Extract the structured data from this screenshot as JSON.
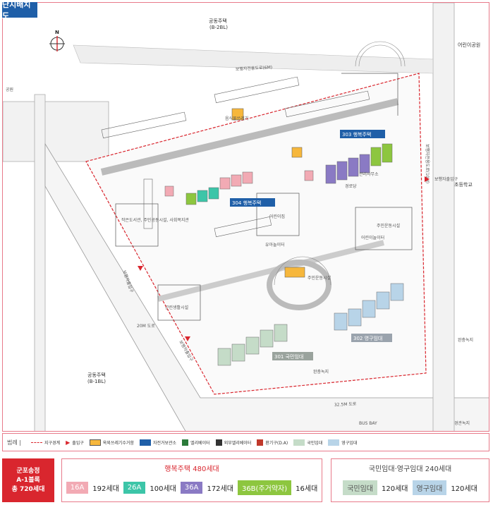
{
  "title": "단지배치도",
  "compass": "N",
  "map_labels": {
    "top_housing": "공동주택",
    "top_housing_block": "(B-2BL)",
    "bottom_housing": "공동주택",
    "bottom_housing_block": "(B-1BL)",
    "kindergarten_park": "어린이공원",
    "elementary": "초등학교",
    "park_left": "공원",
    "walk_road_top": "보행자전용도로(6M)",
    "walk_road_right": "보행자전용도로(10M)",
    "road_20m": "20M 도로",
    "road_32m": "32.5M 도로",
    "bus_bay": "BUS BAY",
    "green_slope": "완충녹지",
    "green_right": "완충녹지",
    "landscape_green": "경관녹지",
    "walk_entrance_right": "보행자출입구",
    "walk_entrance_left": "보행자출입구",
    "car_entrance_bottom": "보행자출입구",
    "bldg_303": "303 행복주택",
    "bldg_304": "304 행복주택",
    "bldg_301": "301 국민임대",
    "bldg_302": "302 영구임대",
    "library": "작은도서관, 주민공동시설, 사회복지관",
    "management": "관리사무소",
    "senior_center": "경로당",
    "daycare": "어린이집",
    "playground": "어린이놀이터",
    "playground2": "유아놀이터",
    "community_center": "주민운동시설",
    "community_center2": "주민운동시설",
    "neighborhood": "근린생활시설",
    "waste": "음식물쓰레기"
  },
  "legend": {
    "title": "범례 |",
    "items": [
      "지구경계",
      "출입구",
      "옥외쓰레기수거함",
      "자전거보관소",
      "엘리베이터",
      "외부엘리베이터",
      "환기구(D.A)",
      "국민임대",
      "영구임대"
    ]
  },
  "summary": {
    "main_line1": "군포송정",
    "main_line2": "A-1블록",
    "main_line3": "총 720세대",
    "happy_head": "행복주택 480세대",
    "happy": [
      {
        "type": "16A",
        "count": "192세대"
      },
      {
        "type": "26A",
        "count": "100세대"
      },
      {
        "type": "36A",
        "count": "172세대"
      },
      {
        "type": "36B(주거약자)",
        "count": "16세대"
      }
    ],
    "rent_head": "국민임대·영구임대 240세대",
    "rent": [
      {
        "type": "국민임대",
        "count": "120세대"
      },
      {
        "type": "영구임대",
        "count": "120세대"
      }
    ]
  },
  "colors": {
    "pink": "#f2aab4",
    "teal": "#3cc5a8",
    "purple": "#8a7ac4",
    "green": "#8dc63f",
    "public": "#c5dcc8",
    "permanent": "#b8d4e8",
    "red": "#d9262e",
    "navy": "#1f5fa8"
  }
}
